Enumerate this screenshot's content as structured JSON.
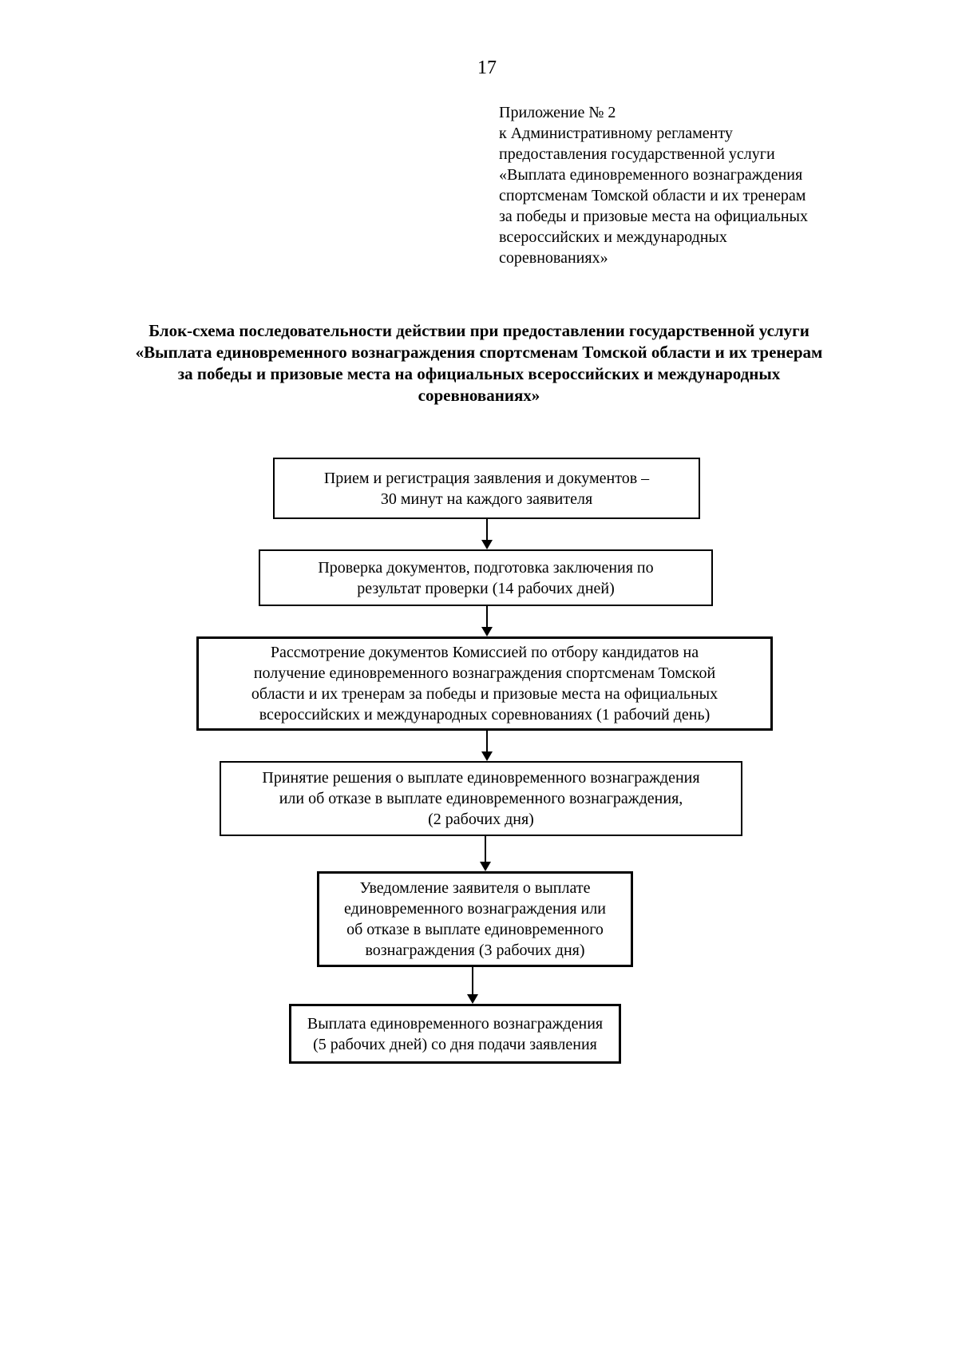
{
  "page": {
    "number": "17"
  },
  "appendix": {
    "lines": [
      "Приложение № 2",
      "к Административному регламенту",
      "предоставления государственной услуги",
      "«Выплата единовременного вознаграждения",
      "спортсменам Томской области и их тренерам",
      "за победы и призовые места на официальных",
      "всероссийских и международных",
      "соревнованиях»"
    ]
  },
  "title": {
    "lines": [
      "Блок-схема последовательности действии при предоставлении государственной услуги",
      "«Выплата единовременного вознаграждения спортсменам Томской области и их тренерам",
      "за победы и призовые места на официальных всероссийских и международных",
      "соревнованиях»"
    ]
  },
  "flowchart": {
    "boxes": [
      {
        "lines": [
          "Прием и регистрация заявления и документов –",
          "30 минут на каждого заявителя"
        ]
      },
      {
        "lines": [
          "Проверка документов, подготовка заключения по",
          "результат проверки (14 рабочих дней)"
        ]
      },
      {
        "lines": [
          "Рассмотрение документов Комиссией по отбору кандидатов на",
          "получение единовременного вознаграждения спортсменам Томской",
          "области и их тренерам за победы и призовые места на официальных",
          "всероссийских и международных соревнованиях (1 рабочий день)"
        ]
      },
      {
        "lines": [
          "Принятие решения о выплате единовременного вознаграждения",
          "или об отказе в выплате единовременного вознаграждения,",
          "(2 рабочих дня)"
        ]
      },
      {
        "lines": [
          "Уведомление заявителя о выплате",
          "единовременного вознаграждения или",
          "об отказе в выплате единовременного",
          "вознаграждения (3 рабочих дня)"
        ]
      },
      {
        "lines": [
          "Выплата единовременного вознаграждения",
          "(5 рабочих дней) со дня подачи заявления"
        ]
      }
    ]
  }
}
